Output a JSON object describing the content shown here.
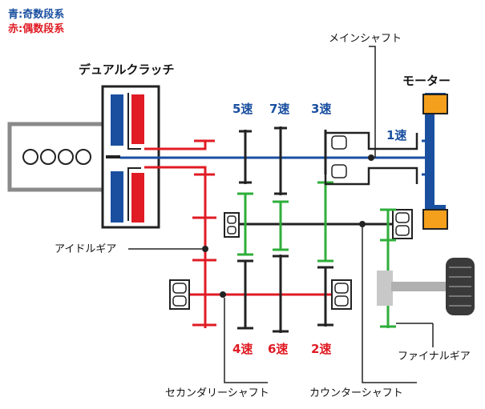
{
  "legend": {
    "blue": "青:奇数段系",
    "red": "赤:偶数段系"
  },
  "labels": {
    "dual_clutch": "デュアルクラッチ",
    "motor": "モーター",
    "main_shaft": "メインシャフト",
    "idle_gear": "アイドルギア",
    "secondary_shaft": "セカンダリーシャフト",
    "counter_shaft": "カウンターシャフト",
    "final_gear": "ファイナルギア",
    "gear_5": "5速",
    "gear_7": "7速",
    "gear_3": "3速",
    "gear_1": "1速",
    "gear_4": "4速",
    "gear_6": "6速",
    "gear_2": "2速"
  },
  "colors": {
    "odd": "#1a4fa0",
    "even": "#e01b24",
    "counter": "#2fae3a",
    "shaft": "#222222",
    "bearing_orange": "#f4a01c",
    "gray": "#8a8a8a"
  }
}
